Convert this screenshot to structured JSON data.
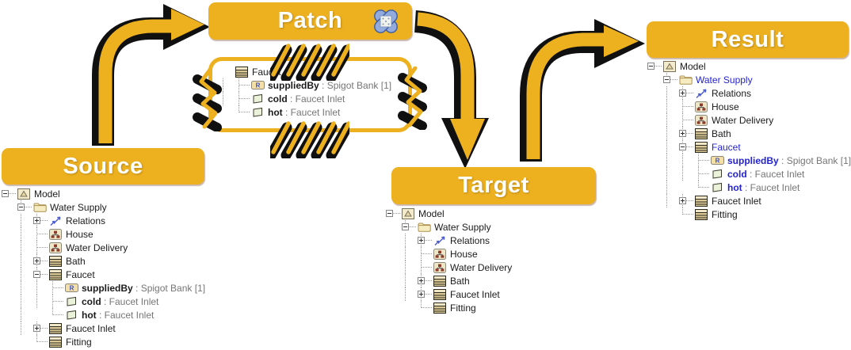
{
  "colors": {
    "accent_yellow": "#EDB120",
    "outline_black": "#101010",
    "blue_item": "#2323CF",
    "gray_type": "#767676",
    "black_text": "#1b1b1b"
  },
  "banners": {
    "source": {
      "label": "Source"
    },
    "patch": {
      "label": "Patch",
      "icon": "bandaid-icon"
    },
    "target": {
      "label": "Target"
    },
    "result": {
      "label": "Result"
    }
  },
  "patch_box": {
    "rows": [
      {
        "indent": 0,
        "expander": "none",
        "icon": "class-icon",
        "label": "Faucet",
        "color": "black",
        "bold": false,
        "suffix": ""
      },
      {
        "indent": 1,
        "expander": "none",
        "icon": "reference-icon",
        "label": "suppliedBy",
        "color": "black",
        "bold": true,
        "suffix": " : Spigot Bank [1]"
      },
      {
        "indent": 1,
        "expander": "none",
        "icon": "port-icon",
        "label": "cold",
        "color": "black",
        "bold": true,
        "suffix": " : Faucet Inlet"
      },
      {
        "indent": 1,
        "expander": "none",
        "icon": "port-icon",
        "label": "hot",
        "color": "black",
        "bold": true,
        "suffix": " : Faucet Inlet"
      }
    ]
  },
  "trees": {
    "source": {
      "rows": [
        {
          "indent": 0,
          "expander": "minus",
          "icon": "model-icon",
          "label": "Model",
          "color": "black",
          "bold": false,
          "suffix": ""
        },
        {
          "indent": 1,
          "expander": "minus",
          "icon": "folder-icon",
          "label": "Water Supply",
          "color": "black",
          "bold": false,
          "suffix": ""
        },
        {
          "indent": 2,
          "expander": "plus",
          "icon": "relations-icon",
          "label": "Relations",
          "color": "black",
          "bold": false,
          "suffix": ""
        },
        {
          "indent": 2,
          "expander": "none",
          "icon": "diagram-icon",
          "label": "House",
          "color": "black",
          "bold": false,
          "suffix": ""
        },
        {
          "indent": 2,
          "expander": "none",
          "icon": "diagram-icon",
          "label": "Water Delivery",
          "color": "black",
          "bold": false,
          "suffix": ""
        },
        {
          "indent": 2,
          "expander": "plus",
          "icon": "class-icon",
          "label": "Bath",
          "color": "black",
          "bold": false,
          "suffix": ""
        },
        {
          "indent": 2,
          "expander": "minus",
          "icon": "class-icon",
          "label": "Faucet",
          "color": "black",
          "bold": false,
          "suffix": ""
        },
        {
          "indent": 3,
          "expander": "none",
          "icon": "reference-icon",
          "label": "suppliedBy",
          "color": "black",
          "bold": true,
          "suffix": " : Spigot Bank [1]"
        },
        {
          "indent": 3,
          "expander": "none",
          "icon": "port-icon",
          "label": "cold",
          "color": "black",
          "bold": true,
          "suffix": " : Faucet Inlet"
        },
        {
          "indent": 3,
          "expander": "none",
          "icon": "port-icon",
          "label": "hot",
          "color": "black",
          "bold": true,
          "suffix": " : Faucet Inlet"
        },
        {
          "indent": 2,
          "expander": "plus",
          "icon": "class-icon",
          "label": "Faucet Inlet",
          "color": "black",
          "bold": false,
          "suffix": ""
        },
        {
          "indent": 2,
          "expander": "none",
          "icon": "class-icon",
          "label": "Fitting",
          "color": "black",
          "bold": false,
          "suffix": ""
        }
      ]
    },
    "target": {
      "rows": [
        {
          "indent": 0,
          "expander": "minus",
          "icon": "model-icon",
          "label": "Model",
          "color": "black",
          "bold": false,
          "suffix": ""
        },
        {
          "indent": 1,
          "expander": "minus",
          "icon": "folder-icon",
          "label": "Water Supply",
          "color": "black",
          "bold": false,
          "suffix": ""
        },
        {
          "indent": 2,
          "expander": "plus",
          "icon": "relations-icon",
          "label": "Relations",
          "color": "black",
          "bold": false,
          "suffix": ""
        },
        {
          "indent": 2,
          "expander": "none",
          "icon": "diagram-icon",
          "label": "House",
          "color": "black",
          "bold": false,
          "suffix": ""
        },
        {
          "indent": 2,
          "expander": "none",
          "icon": "diagram-icon",
          "label": "Water Delivery",
          "color": "black",
          "bold": false,
          "suffix": ""
        },
        {
          "indent": 2,
          "expander": "plus",
          "icon": "class-icon",
          "label": "Bath",
          "color": "black",
          "bold": false,
          "suffix": ""
        },
        {
          "indent": 2,
          "expander": "plus",
          "icon": "class-icon",
          "label": "Faucet Inlet",
          "color": "black",
          "bold": false,
          "suffix": ""
        },
        {
          "indent": 2,
          "expander": "none",
          "icon": "class-icon",
          "label": "Fitting",
          "color": "black",
          "bold": false,
          "suffix": ""
        }
      ]
    },
    "result": {
      "rows": [
        {
          "indent": 0,
          "expander": "minus",
          "icon": "model-icon",
          "label": "Model",
          "color": "black",
          "bold": false,
          "suffix": ""
        },
        {
          "indent": 1,
          "expander": "minus",
          "icon": "folder-icon",
          "label": "Water Supply",
          "color": "blue",
          "bold": false,
          "suffix": ""
        },
        {
          "indent": 2,
          "expander": "plus",
          "icon": "relations-icon",
          "label": "Relations",
          "color": "black",
          "bold": false,
          "suffix": ""
        },
        {
          "indent": 2,
          "expander": "none",
          "icon": "diagram-icon",
          "label": "House",
          "color": "black",
          "bold": false,
          "suffix": ""
        },
        {
          "indent": 2,
          "expander": "none",
          "icon": "diagram-icon",
          "label": "Water Delivery",
          "color": "black",
          "bold": false,
          "suffix": ""
        },
        {
          "indent": 2,
          "expander": "plus",
          "icon": "class-icon",
          "label": "Bath",
          "color": "black",
          "bold": false,
          "suffix": ""
        },
        {
          "indent": 2,
          "expander": "minus",
          "icon": "class-icon",
          "label": "Faucet",
          "color": "blue",
          "bold": false,
          "suffix": ""
        },
        {
          "indent": 3,
          "expander": "none",
          "icon": "reference-icon",
          "label": "suppliedBy",
          "color": "blue",
          "bold": true,
          "suffix": " : Spigot Bank [1]"
        },
        {
          "indent": 3,
          "expander": "none",
          "icon": "port-icon",
          "label": "cold",
          "color": "blue",
          "bold": true,
          "suffix": " : Faucet Inlet"
        },
        {
          "indent": 3,
          "expander": "none",
          "icon": "port-icon",
          "label": "hot",
          "color": "blue",
          "bold": true,
          "suffix": " : Faucet Inlet"
        },
        {
          "indent": 2,
          "expander": "plus",
          "icon": "class-icon",
          "label": "Faucet Inlet",
          "color": "black",
          "bold": false,
          "suffix": ""
        },
        {
          "indent": 2,
          "expander": "none",
          "icon": "class-icon",
          "label": "Fitting",
          "color": "black",
          "bold": false,
          "suffix": ""
        }
      ]
    }
  }
}
